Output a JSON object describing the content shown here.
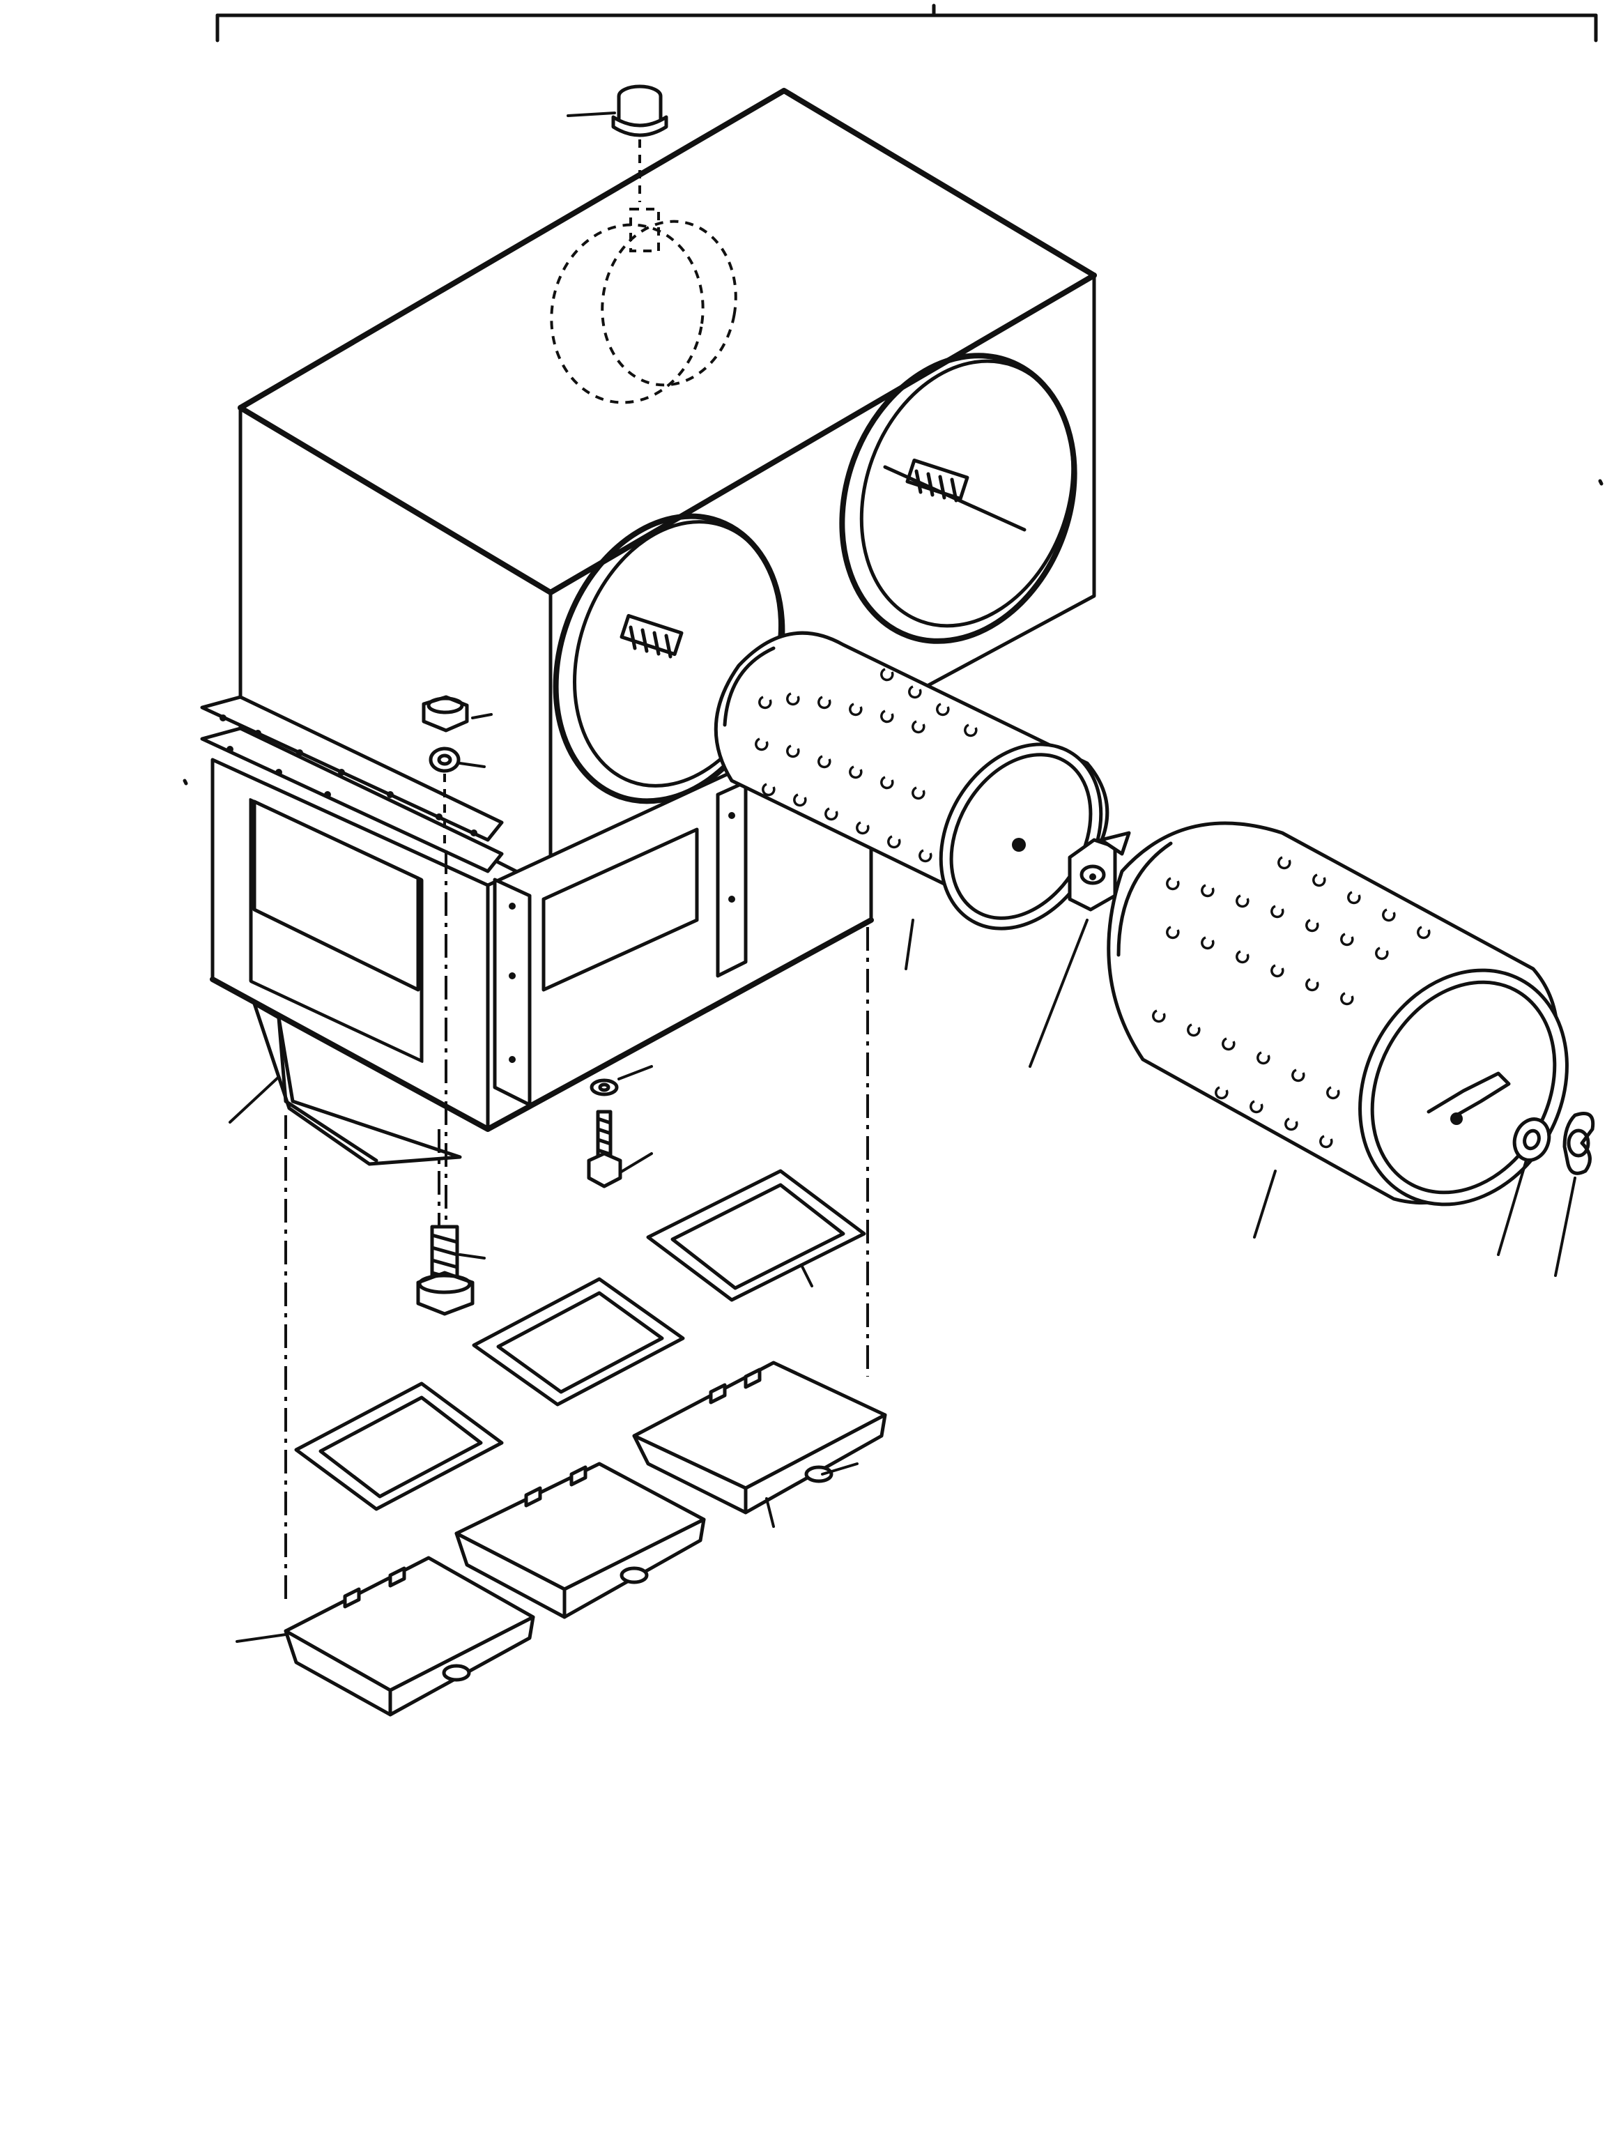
{
  "page": {
    "background": "#ffffff",
    "ink": "#111111"
  },
  "components": [
    {
      "id": "cap",
      "icon": "cap-icon"
    },
    {
      "id": "housing",
      "icon": "housing-icon"
    },
    {
      "id": "nut",
      "icon": "nut-icon"
    },
    {
      "id": "lock-washer",
      "icon": "lock-washer-icon"
    },
    {
      "id": "inner-filter-element",
      "icon": "filter-element-icon"
    },
    {
      "id": "outer-filter-element",
      "icon": "filter-element-icon"
    },
    {
      "id": "seal-washer",
      "icon": "washer-icon"
    },
    {
      "id": "wing-nut",
      "icon": "wing-nut-icon"
    },
    {
      "id": "clamp-nut",
      "icon": "clamp-nut-icon"
    },
    {
      "id": "gaskets",
      "icon": "gasket-icon"
    },
    {
      "id": "dust-trays",
      "icon": "tray-icon"
    },
    {
      "id": "bolts",
      "icon": "bolt-icon"
    }
  ]
}
